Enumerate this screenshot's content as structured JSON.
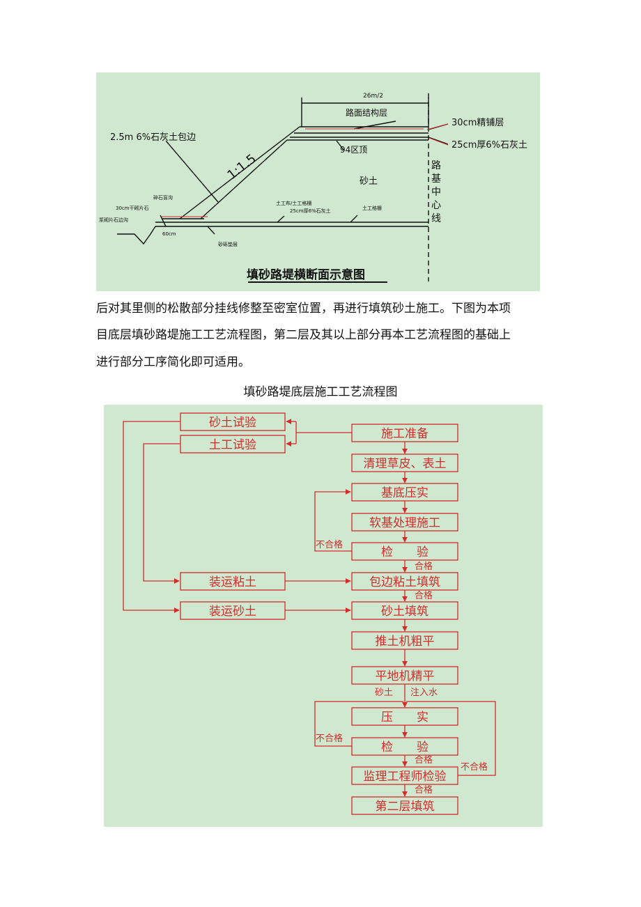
{
  "section": {
    "title": "填砂路堤横断面示意图",
    "labels": {
      "width": "26m/2",
      "pavement": "路面结构层",
      "fine_layer": "30cm精铺层",
      "lime_layer": "25cm厚6%石灰土",
      "edge": "2.5m 6%石灰土包边",
      "slope": "1:1.5",
      "zone94": "94区顶",
      "sand": "砂土",
      "centerline": "路基中心线",
      "ditch": "碎石盲沟",
      "side_ditch": "浆砌片石边沟",
      "dry_stone": "30cm干砌片石",
      "geotextile": "土工布/土工格栅",
      "lime_bottom": "25cm厚6%石灰土",
      "geogrid": "土工格栅",
      "gravel": "砂砾垫层",
      "dim": "60cm"
    }
  },
  "paragraph": {
    "line1": "后对其里侧的松散部分挂线修整至密室位置，再进行填筑砂土施工。下图为本项",
    "line2": "目底层填砂路堤施工工艺流程图，第二层及其以上部分再本工艺流程图的基础上",
    "line3": "进行部分工序简化即可适用。"
  },
  "flow": {
    "caption": "填砂路堤底层施工工艺流程图",
    "boxes": {
      "sand_test": "砂土试验",
      "soil_test": "土工试验",
      "prep": "施工准备",
      "clear": "清理草皮、表土",
      "compact_base": "基底压实",
      "soft": "软基处理施工",
      "inspect1": "检　　验",
      "load_clay": "装运粘土",
      "clay_fill": "包边粘土填筑",
      "load_sand": "装运砂土",
      "sand_fill": "砂土填筑",
      "bulldozer": "推土机粗平",
      "grader": "平地机精平",
      "compact": "压　　实",
      "inspect2": "检　　验",
      "supervisor": "监理工程师检验",
      "second": "第二层填筑"
    },
    "labels": {
      "pass": "合格",
      "fail": "不合格",
      "sand": "砂土",
      "water": "注入水"
    }
  },
  "colors": {
    "panel": "#cfe8cf",
    "flow_red": "#d42b2b",
    "ink": "#111111"
  }
}
